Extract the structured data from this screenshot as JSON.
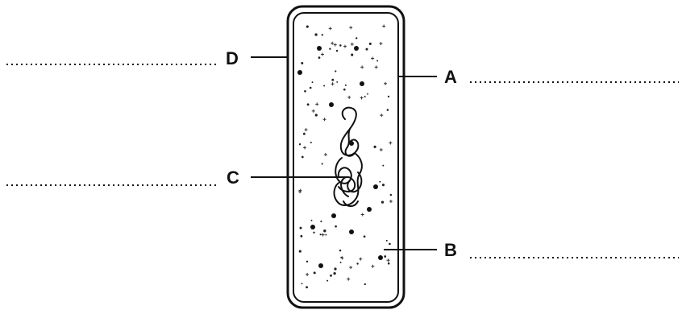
{
  "labels": {
    "a": "A",
    "b": "B",
    "c": "C",
    "d": "D"
  },
  "colors": {
    "ink": "#111111",
    "background": "#ffffff"
  }
}
